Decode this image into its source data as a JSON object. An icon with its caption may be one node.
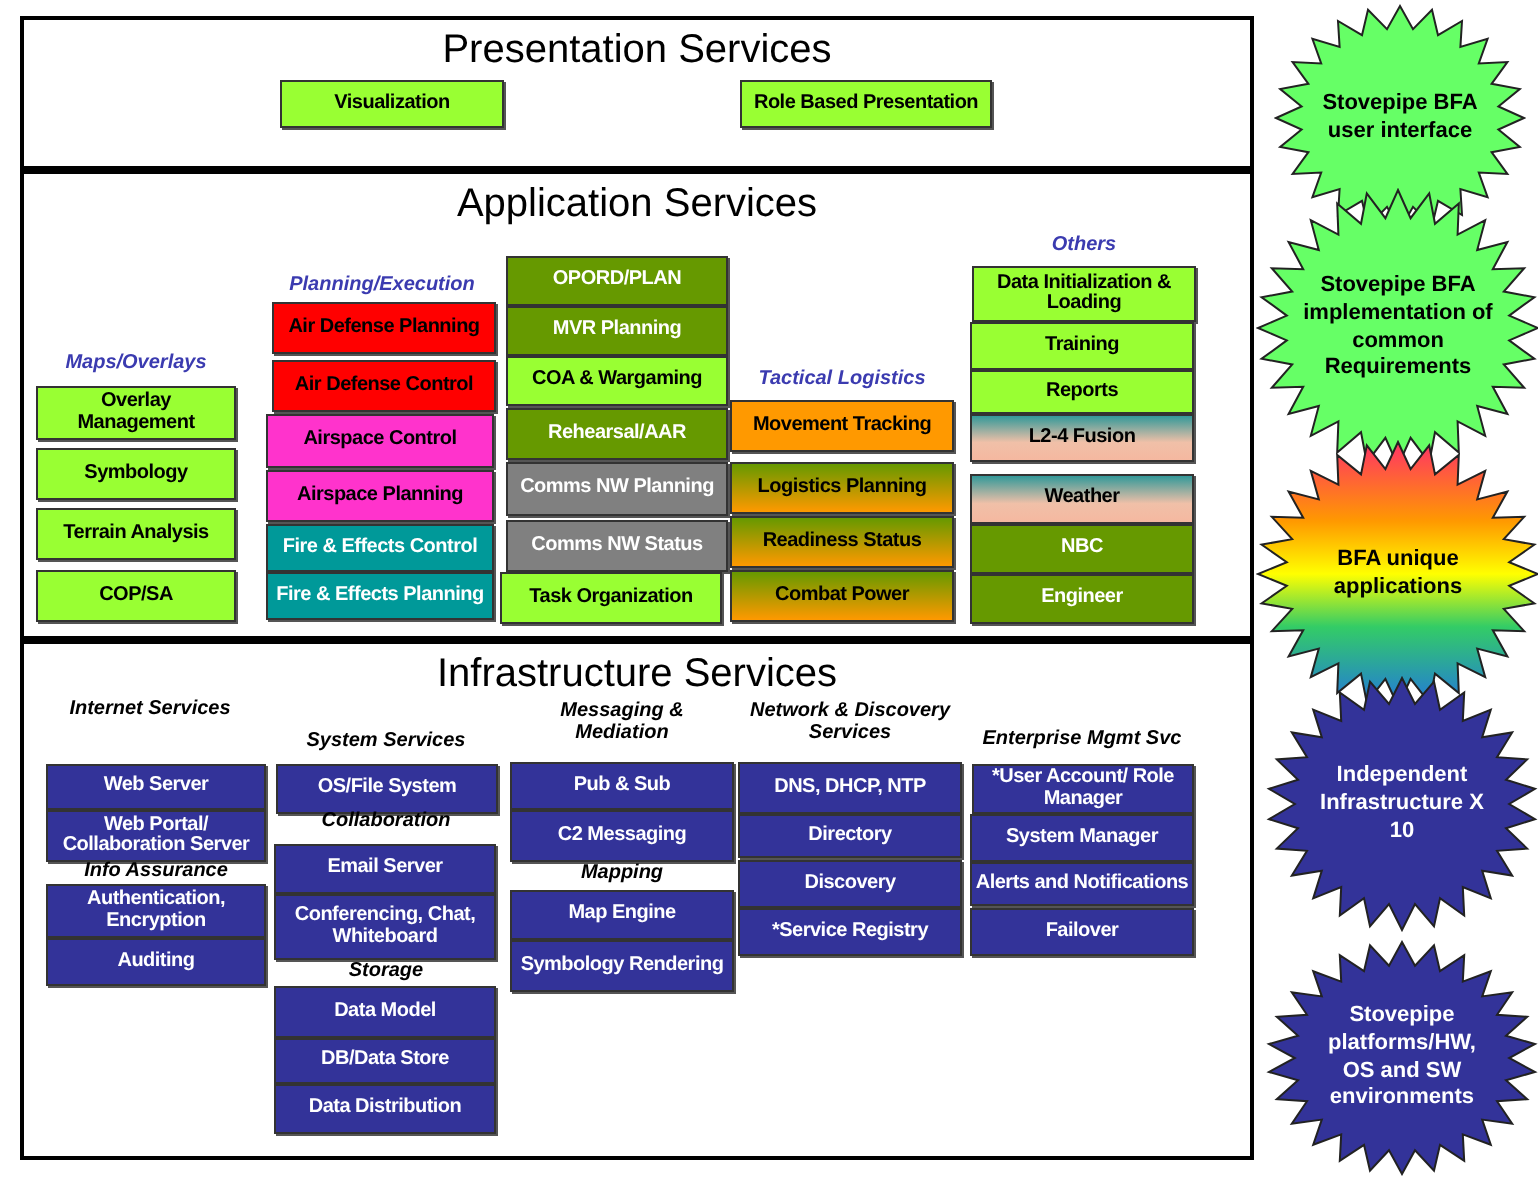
{
  "diagram": {
    "nodes": [
      {
        "text": [
          "Presentation Services"
        ]
      },
      {
        "text": [
          "Visualization"
        ],
        "in": 0
      },
      {
        "text": [
          "Role Based Presentation"
        ],
        "in": 0
      },
      {
        "text": [
          "Application Services"
        ]
      },
      {
        "text": [
          "Overlay Management"
        ],
        "in": 3
      },
      {
        "text": [
          "Symbology"
        ],
        "in": 3
      },
      {
        "text": [
          "Terrain Analysis"
        ],
        "in": 3
      },
      {
        "text": [
          "COP/SA"
        ],
        "in": 3
      },
      {
        "text": [
          "Air Defense Planning"
        ],
        "in": 3
      },
      {
        "text": [
          "Air Defense Control"
        ],
        "in": 3
      },
      {
        "text": [
          "Airspace Control"
        ],
        "in": 3
      },
      {
        "text": [
          "Airspace Planning"
        ],
        "in": 3
      },
      {
        "text": [
          "Fire & Effects Control"
        ],
        "in": 3
      },
      {
        "text": [
          "Fire & Effects Planning"
        ],
        "in": 3
      },
      {
        "text": [
          "OPORD/PLAN"
        ],
        "in": 3
      },
      {
        "text": [
          "MVR Planning"
        ],
        "in": 3
      },
      {
        "text": [
          "COA & Wargaming"
        ],
        "in": 3
      },
      {
        "text": [
          "Rehearsal/AAR"
        ],
        "in": 3
      },
      {
        "text": [
          "Comms NW Planning"
        ],
        "in": 3
      },
      {
        "text": [
          "Comms NW Status"
        ],
        "in": 3
      },
      {
        "text": [
          "Task Organization"
        ],
        "in": 3
      },
      {
        "text": [
          "Movement Tracking"
        ],
        "in": 3
      },
      {
        "text": [
          "Logistics Planning"
        ],
        "in": 3
      },
      {
        "text": [
          "Readiness Status"
        ],
        "in": 3
      },
      {
        "text": [
          "Combat Power"
        ],
        "in": 3
      },
      {
        "text": [
          "Data Initialization & Loading"
        ],
        "in": 3
      },
      {
        "text": [
          "Training"
        ],
        "in": 3
      },
      {
        "text": [
          "Reports"
        ],
        "in": 3
      },
      {
        "text": [
          "L2-4 Fusion"
        ],
        "in": 3
      },
      {
        "text": [
          "Weather"
        ],
        "in": 3
      },
      {
        "text": [
          "NBC"
        ],
        "in": 3
      },
      {
        "text": [
          "Engineer"
        ],
        "in": 3
      },
      {
        "text": [
          "Infrastructure Services"
        ]
      },
      {
        "text": [
          "Web Server"
        ],
        "in": 32
      },
      {
        "text": [
          "Web Portal/ Collaboration Server"
        ],
        "in": 32
      },
      {
        "text": [
          "Authentication, Encryption"
        ],
        "in": 32
      },
      {
        "text": [
          "Auditing"
        ],
        "in": 32
      },
      {
        "text": [
          "OS/File System"
        ],
        "in": 32
      },
      {
        "text": [
          "Email Server"
        ],
        "in": 32
      },
      {
        "text": [
          "Conferencing, Chat, Whiteboard"
        ],
        "in": 32
      },
      {
        "text": [
          "Data Model"
        ],
        "in": 32
      },
      {
        "text": [
          "DB/Data Store"
        ],
        "in": 32
      },
      {
        "text": [
          "Data Distribution"
        ],
        "in": 32
      },
      {
        "text": [
          "Pub & Sub"
        ],
        "in": 32
      },
      {
        "text": [
          "C2 Messaging"
        ],
        "in": 32
      },
      {
        "text": [
          "Map Engine"
        ],
        "in": 32
      },
      {
        "text": [
          "Symbology Rendering"
        ],
        "in": 32
      },
      {
        "text": [
          "DNS, DHCP, NTP"
        ],
        "in": 32
      },
      {
        "text": [
          "Directory"
        ],
        "in": 32
      },
      {
        "text": [
          "Discovery"
        ],
        "in": 32
      },
      {
        "text": [
          "*Service Registry"
        ],
        "in": 32
      },
      {
        "text": [
          "*User Account/ Role Manager"
        ],
        "in": 32
      },
      {
        "text": [
          "System Manager"
        ],
        "in": 32
      },
      {
        "text": [
          "Alerts and Notifications"
        ],
        "in": 32
      },
      {
        "text": [
          "Failover"
        ],
        "in": 32
      },
      {
        "text": [
          "Stovepipe BFA user interface"
        ]
      },
      {
        "text": [
          "Stovepipe BFA implementation of common Requirements"
        ]
      },
      {
        "text": [
          "BFA unique applications"
        ]
      },
      {
        "text": [
          "Independent Infrastructure X 10"
        ]
      },
      {
        "text": [
          "Stovepipe platforms/HW, OS and SW environments"
        ]
      }
    ],
    "edges": [],
    "labels": [
      "Others",
      "Planning/Execution",
      "Maps/Overlays",
      "Tactical Logistics",
      "Internet Services",
      "Messaging & Mediation",
      "Network & Discovery Services",
      "System Services",
      "Enterprise Mgmt Svc",
      "Collaboration",
      "Info Assurance",
      "Mapping",
      "Storage"
    ]
  }
}
